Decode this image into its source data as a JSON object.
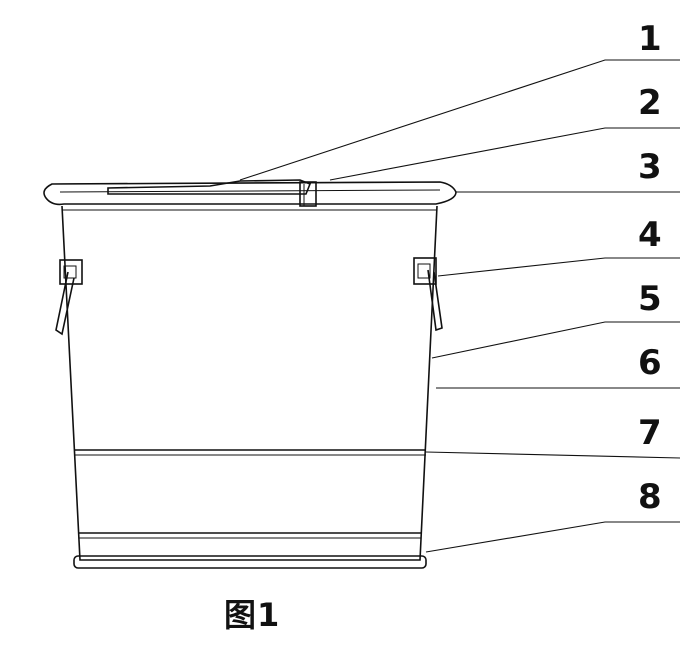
{
  "figure": {
    "labels": [
      "1",
      "2",
      "3",
      "4",
      "5",
      "6",
      "7",
      "8"
    ],
    "caption": "图1"
  }
}
